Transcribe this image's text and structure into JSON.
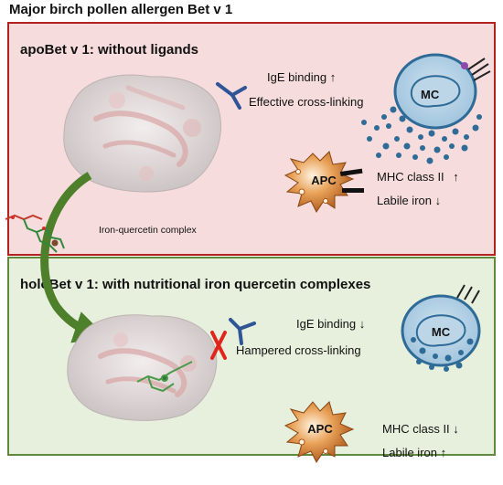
{
  "title": "Major birch pollen allergen Bet v 1",
  "top_panel": {
    "heading": "apoBet v 1: without ligands",
    "ige_text": "IgE binding",
    "ige_arrow": "↑",
    "crosslink_text": "Effective cross-linking",
    "mast_cell_label": "MC",
    "apc_label": "APC",
    "mhc_text": "MHC class II",
    "mhc_arrow": "↑",
    "iron_text": "Labile iron",
    "iron_arrow": "↓",
    "complex_label": "Iron-quercetin complex"
  },
  "bottom_panel": {
    "heading": "holoBet v 1:  with nutritional iron quercetin complexes",
    "ige_text": "IgE binding",
    "ige_arrow": "↓",
    "crosslink_text": "Hampered cross-linking",
    "mast_cell_label": "MC",
    "apc_label": "APC",
    "mhc_text": "MHC class II",
    "mhc_arrow": "↓",
    "iron_text": "Labile iron",
    "iron_arrow": "↑"
  },
  "colors": {
    "top_border": "#b3221e",
    "top_fill": "#f6dcdc",
    "bottom_border": "#5f8a3c",
    "bottom_fill": "#e7f0dd",
    "antibody": "#2f5597",
    "cell_blue": "#2e6b96",
    "apc_orange": "#c8702a",
    "arrow_green": "#4e7f2a",
    "cross_red": "#e0261c"
  }
}
